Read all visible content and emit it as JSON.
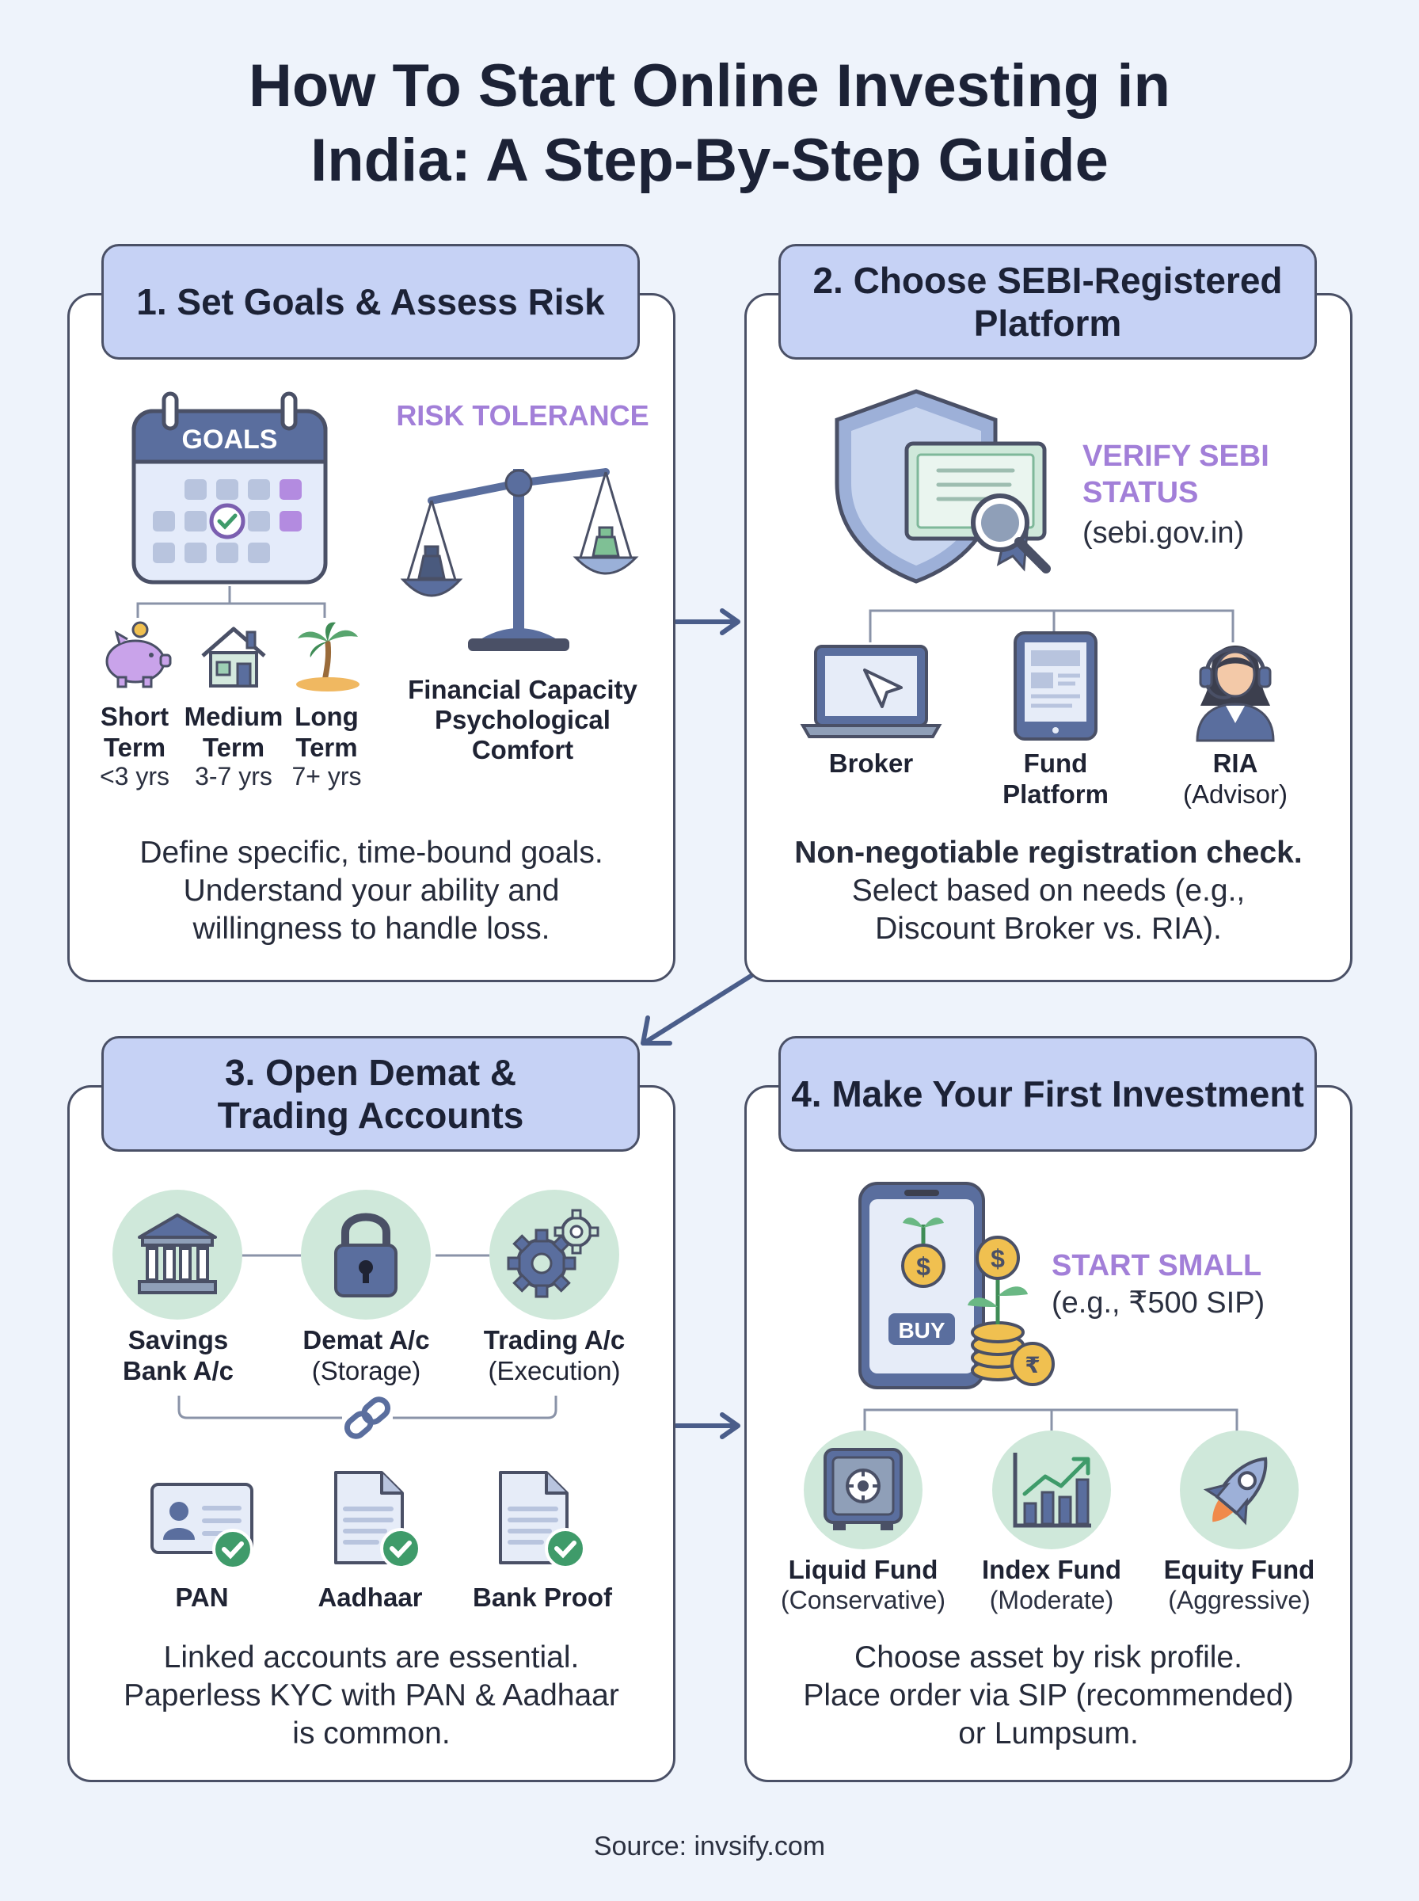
{
  "title": {
    "line1": "How To Start Online Investing in",
    "line2": "India: A Step-By-Step Guide"
  },
  "steps": [
    {
      "header": "1. Set Goals & Assess Risk",
      "calendar_label": "GOALS",
      "terms": [
        {
          "name1": "Short",
          "name2": "Term",
          "range": "<3 yrs",
          "icon": "piggy-bank-icon"
        },
        {
          "name1": "Medium",
          "name2": "Term",
          "range": "3-7 yrs",
          "icon": "house-icon"
        },
        {
          "name1": "Long",
          "name2": "Term",
          "range": "7+ yrs",
          "icon": "palm-tree-icon"
        }
      ],
      "risk_label": "RISK TOLERANCE",
      "risk_lines": [
        "Financial Capacity",
        "Psychological",
        "Comfort"
      ],
      "desc": [
        "Define specific, time-bound goals.",
        "Understand your ability and",
        "willingness to handle loss."
      ]
    },
    {
      "header_line1": "2. Choose SEBI-Registered",
      "header_line2": "Platform",
      "verify_line1": "VERIFY SEBI",
      "verify_line2": "STATUS",
      "verify_site": "(sebi.gov.in)",
      "options": [
        {
          "name1": "Broker",
          "name2": "",
          "icon": "laptop-icon"
        },
        {
          "name1": "Fund",
          "name2": "Platform",
          "icon": "tablet-icon"
        },
        {
          "name1": "RIA",
          "name2": "(Advisor)",
          "icon": "advisor-icon"
        }
      ],
      "desc_bold": "Non-negotiable registration check.",
      "desc": [
        "Select based on needs (e.g.,",
        "Discount Broker vs. RIA)."
      ]
    },
    {
      "header_line1": "3. Open Demat &",
      "header_line2": "Trading Accounts",
      "accounts": [
        {
          "name1": "Savings",
          "name2": "Bank A/c",
          "icon": "bank-icon"
        },
        {
          "name1": "Demat A/c",
          "name2": "(Storage)",
          "icon": "lock-icon"
        },
        {
          "name1": "Trading A/c",
          "name2": "(Execution)",
          "icon": "gears-icon"
        }
      ],
      "documents": [
        "PAN",
        "Aadhaar",
        "Bank Proof"
      ],
      "desc": [
        "Linked accounts are essential.",
        "Paperless KYC with PAN & Aadhaar",
        "is common."
      ]
    },
    {
      "header": "4. Make Your First Investment",
      "buy_label": "BUY",
      "start_label": "START SMALL",
      "start_example": "(e.g., ₹500 SIP)",
      "funds": [
        {
          "name": "Liquid Fund",
          "risk": "(Conservative)",
          "icon": "safe-icon"
        },
        {
          "name": "Index Fund",
          "risk": "(Moderate)",
          "icon": "bar-chart-icon"
        },
        {
          "name": "Equity Fund",
          "risk": "(Aggressive)",
          "icon": "rocket-icon"
        }
      ],
      "desc": [
        "Choose asset by risk profile.",
        "Place order via SIP (recommended)",
        "or Lumpsum."
      ]
    }
  ],
  "source": "Source: invsify.com",
  "colors": {
    "header_fill": "#c6d2f5",
    "accent_purple": "#a27fd8",
    "icon_green": "#cfe8da",
    "outline": "#4a5066"
  }
}
